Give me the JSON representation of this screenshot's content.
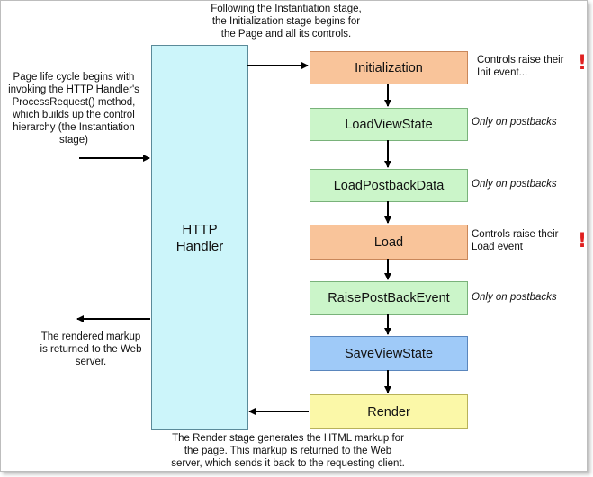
{
  "title_note": {
    "line1": "Following the Instantiation stage,",
    "line2": "the Initialization stage begins for",
    "line3": "the Page and all its controls."
  },
  "left_top_note": {
    "line1": "Page life cycle begins with",
    "line2": "invoking the HTTP Handler's",
    "line3": "ProcessRequest() method,",
    "line4": "which builds up the control",
    "line5": "hierarchy (the Instantiation",
    "line6": "stage)"
  },
  "left_bottom_note": {
    "line1": "The rendered markup",
    "line2": "is returned to the Web",
    "line3": "server."
  },
  "handler": {
    "line1": "HTTP",
    "line2": "Handler"
  },
  "stages": [
    {
      "label": "Initialization",
      "color": "#f9c49a"
    },
    {
      "label": "LoadViewState",
      "color": "#cbf5c9"
    },
    {
      "label": "LoadPostbackData",
      "color": "#cbf5c9"
    },
    {
      "label": "Load",
      "color": "#f9c49a"
    },
    {
      "label": "RaisePostBackEvent",
      "color": "#cbf5c9"
    },
    {
      "label": "SaveViewState",
      "color": "#9fcaf8"
    },
    {
      "label": "Render",
      "color": "#fbf8a8"
    }
  ],
  "side_notes": {
    "init_line1": "Controls raise their",
    "init_line2": "Init event...",
    "loadviewstate": "Only on postbacks",
    "loadpostbackdata": "Only on postbacks",
    "load_line1": "Controls raise their",
    "load_line2": "Load event",
    "raisepostback": "Only on postbacks"
  },
  "exclamation": "!",
  "bottom_note": {
    "line1": "The Render stage generates the HTML markup for",
    "line2": "the page.  This markup is returned to the Web",
    "line3": "server, which sends it back to the requesting client."
  },
  "colors": {
    "handler_fill": "#ccf5fa",
    "arrow": "#000000",
    "exclamation": "#e02020"
  }
}
